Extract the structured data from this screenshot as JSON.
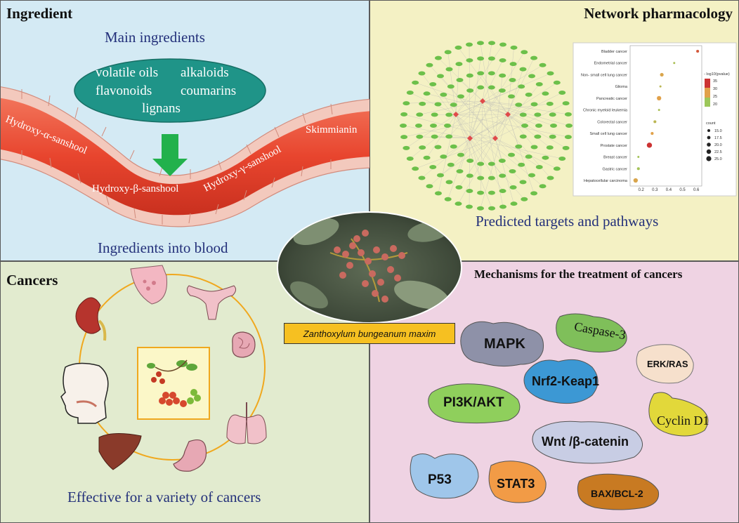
{
  "ingredient": {
    "title": "Ingredient",
    "main_heading": "Main ingredients",
    "ingredients": [
      "volatile oils",
      "alkaloids",
      "flavonoids",
      "coumarins",
      "lignans"
    ],
    "compounds": [
      "Hydroxy-α-sanshool",
      "Hydroxy-β-sanshool",
      "Hydroxy-γ-sanshool",
      "Skimmianin"
    ],
    "caption": "Ingredients into blood"
  },
  "network": {
    "title": "Network pharmacology",
    "caption": "Predicted targets and pathways",
    "legend_title": "- log10(pvalue)",
    "legend_values": [
      "35",
      "30",
      "25",
      "20"
    ],
    "count_title": "count",
    "count_values": [
      "15.0",
      "17.5",
      "20.0",
      "22.5",
      "25.0"
    ]
  },
  "chart_data": {
    "type": "scatter",
    "categories": [
      "Bladder cancer",
      "Endometrial cancer",
      "Non- small cell lung cancer",
      "Glioma",
      "Pancreatic cancer",
      "Chronic myeloid leukemia",
      "Colorectal cancer",
      "Small cell lung cancer",
      "Prostate cancer",
      "Breast cancer",
      "Gastric cancer",
      "Hepatocellular carcinoma"
    ],
    "values": [
      0.61,
      0.44,
      0.35,
      0.34,
      0.33,
      0.33,
      0.3,
      0.28,
      0.26,
      0.18,
      0.18,
      0.16
    ],
    "counts": [
      17.5,
      15.0,
      20.0,
      15.0,
      22.5,
      15.0,
      17.5,
      17.5,
      25.0,
      15.0,
      17.5,
      22.5
    ],
    "neglog10p": [
      33,
      20,
      26,
      22,
      27,
      20,
      22,
      27,
      36,
      19,
      19,
      26
    ],
    "xlim": [
      0.12,
      0.64
    ],
    "xticks": [
      "0.2",
      "0.3",
      "0.4",
      "0.5",
      "0.6"
    ]
  },
  "cancers": {
    "title": "Cancers",
    "caption": "Effective for a variety of cancers"
  },
  "center": {
    "label": "Zanthoxylum bungeanum maxim"
  },
  "mechanisms": {
    "title": "Mechanisms for the treatment of cancers",
    "pathways": [
      "MAPK",
      "Caspase-3",
      "ERK/RAS",
      "Nrf2-Keap1",
      "PI3K/AKT",
      "Cyclin D1",
      "Wnt /β-catenin",
      "P53",
      "STAT3",
      "BAX/BCL-2"
    ],
    "colors": {
      "mapk": "#8e91a8",
      "caspase": "#7fbf5a",
      "erkras": "#f6e0cc",
      "nrf2": "#3c98d4",
      "pi3k": "#8fcf5c",
      "cyclin": "#e2d83a",
      "wnt": "#c8cde4",
      "p53": "#9fc6ea",
      "stat3": "#f29b46",
      "bax": "#c87a22"
    }
  }
}
